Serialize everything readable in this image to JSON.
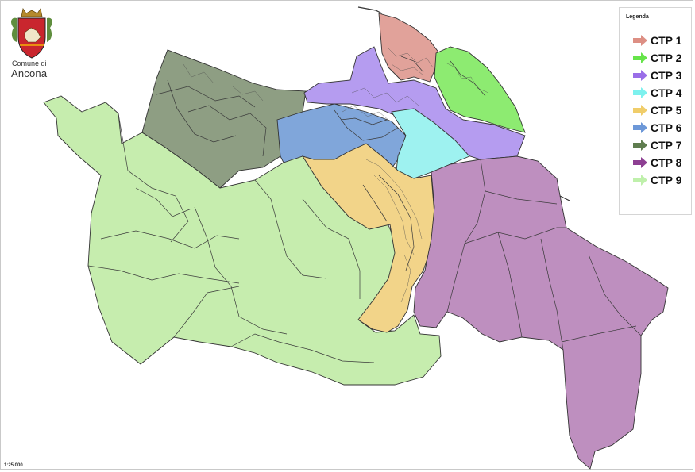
{
  "header": {
    "comune_label": "Comune di",
    "city_name": "Ancona"
  },
  "legend": {
    "title": "Legenda",
    "items": [
      {
        "label": "CTP 1",
        "color": "#dd8f84"
      },
      {
        "label": "CTP 2",
        "color": "#66e44a"
      },
      {
        "label": "CTP 3",
        "color": "#9a6ee8"
      },
      {
        "label": "CTP 4",
        "color": "#7df1ee"
      },
      {
        "label": "CTP 5",
        "color": "#f0cd6a"
      },
      {
        "label": "CTP 6",
        "color": "#6d98d8"
      },
      {
        "label": "CTP 7",
        "color": "#5f7d4f"
      },
      {
        "label": "CTP 8",
        "color": "#8d3f92"
      },
      {
        "label": "CTP 9",
        "color": "#bff0ab"
      }
    ]
  },
  "scale_label": "1:25.000",
  "icons": [
    "city-crest-icon",
    "legend-swatch-icon"
  ]
}
